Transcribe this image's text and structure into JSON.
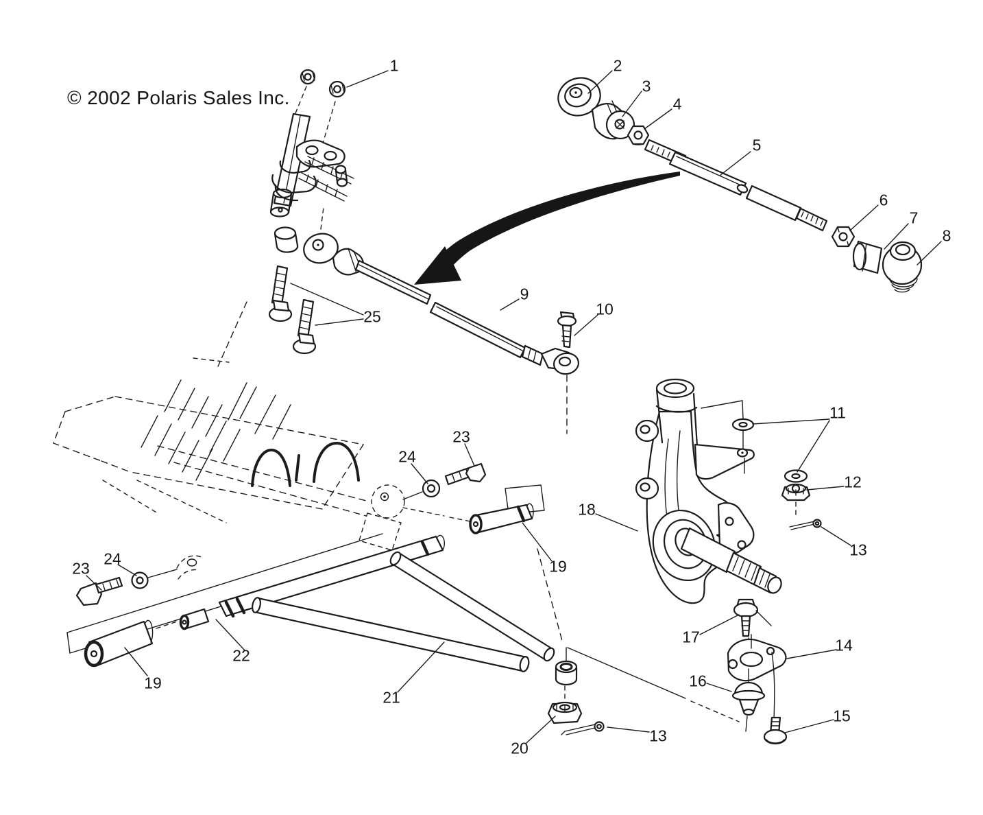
{
  "meta": {
    "copyright": "© 2002 Polaris Sales Inc.",
    "colors": {
      "ink": "#1c1c1c",
      "background": "#ffffff"
    }
  },
  "callouts": [
    {
      "label": "1"
    },
    {
      "label": "2"
    },
    {
      "label": "3"
    },
    {
      "label": "4"
    },
    {
      "label": "5"
    },
    {
      "label": "6"
    },
    {
      "label": "7"
    },
    {
      "label": "8"
    },
    {
      "label": "9"
    },
    {
      "label": "10"
    },
    {
      "label": "11"
    },
    {
      "label": "12"
    },
    {
      "label": "13"
    },
    {
      "label": "14"
    },
    {
      "label": "15"
    },
    {
      "label": "16"
    },
    {
      "label": "17"
    },
    {
      "label": "18"
    },
    {
      "label": "19"
    },
    {
      "label": "19"
    },
    {
      "label": "20"
    },
    {
      "label": "21"
    },
    {
      "label": "22"
    },
    {
      "label": "23"
    },
    {
      "label": "23"
    },
    {
      "label": "24"
    },
    {
      "label": "24"
    },
    {
      "label": "25"
    },
    {
      "label": "13"
    }
  ]
}
